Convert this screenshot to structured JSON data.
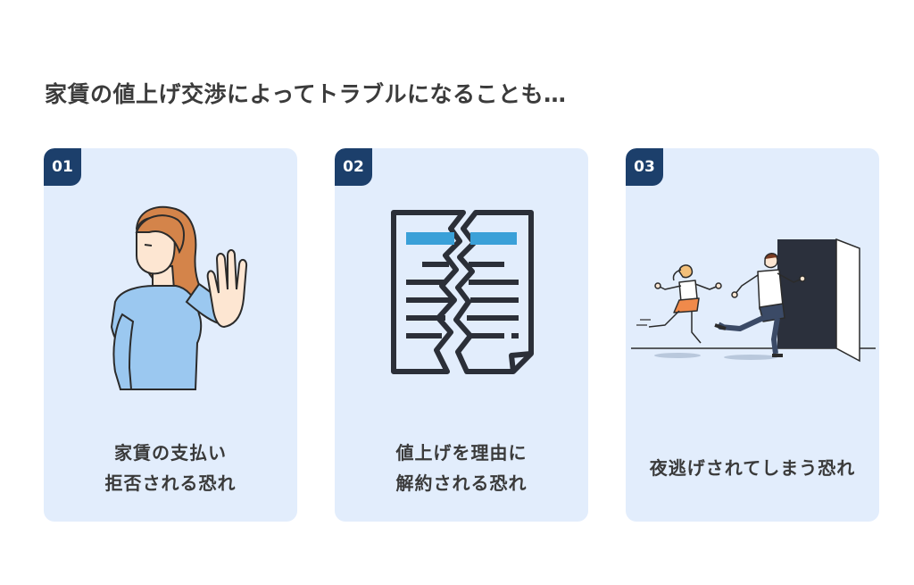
{
  "heading": "家賃の値上げ交渉によってトラブルになることも…",
  "cards": [
    {
      "number": "01",
      "caption_lines": [
        "家賃の支払い",
        "拒否される恐れ"
      ],
      "icon": "woman-refusing-hand-icon"
    },
    {
      "number": "02",
      "caption_lines": [
        "値上げを理由に",
        "解約される恐れ"
      ],
      "icon": "torn-contract-document-icon"
    },
    {
      "number": "03",
      "caption_lines": [
        "夜逃げされてしまう恐れ"
      ],
      "icon": "people-running-out-door-icon"
    }
  ],
  "colors": {
    "card_bg": "#e2edfc",
    "badge_bg": "#1c3f6b",
    "text": "#3a3a3a",
    "document_stroke": "#2b2f38",
    "document_accent": "#3aa0d8",
    "door": "#2b303c"
  }
}
